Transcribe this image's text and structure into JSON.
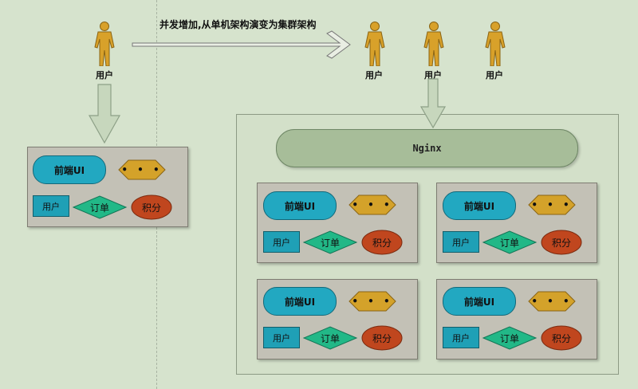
{
  "caption": "并发增加,从单机架构演变为集群架构",
  "user_label": "用户",
  "nginx_label": "Nginx",
  "module": {
    "frontend": "前端UI",
    "ellipsis": "• • •",
    "user": "用户",
    "order": "订单",
    "points": "积分"
  },
  "colors": {
    "background": "#d6e3cd",
    "person": "#d8a12a",
    "frontend": "#22a8c1",
    "hexagon": "#d4a22a",
    "order": "#22b887",
    "points": "#c0461e",
    "nginx": "#a7bd99",
    "panel": "#c3c1b6"
  }
}
